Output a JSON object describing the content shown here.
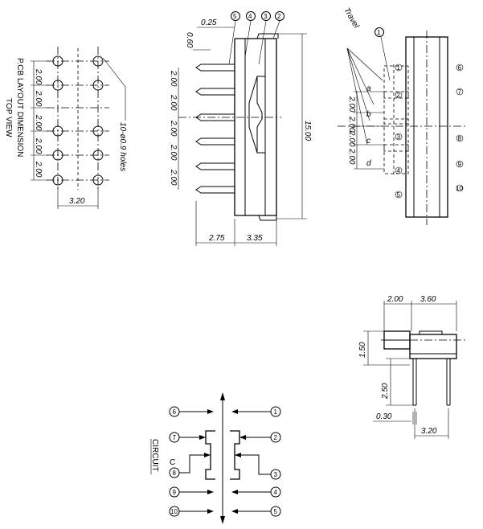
{
  "pcb": {
    "title": "P.CB LAYOUT DIMENSION",
    "subtitle": "TOP VIEW",
    "holes_note": "10-ø0.9 holes",
    "pitch_labels": [
      "2.00",
      "2.00",
      "2.00",
      "2.00",
      "2.00"
    ],
    "width_label": "3.20"
  },
  "side": {
    "top_labels": [
      "0.25"
    ],
    "left_label": "0.60",
    "pitch_labels": [
      "2.00",
      "2.00",
      "2.00",
      "2.00",
      "2.00"
    ],
    "height_label": "15.00",
    "bottom_labels": [
      "2.75",
      "3.35"
    ],
    "callouts": [
      "5",
      "4",
      "3",
      "2"
    ]
  },
  "front": {
    "travel_label": "Travel",
    "callout": "1",
    "pitch_labels": [
      "2.00",
      "2.00",
      "2.00",
      "2.00"
    ],
    "letters": [
      "a",
      "b",
      "c",
      "d"
    ],
    "left_pins": [
      "1",
      "2",
      "3",
      "4",
      "5"
    ],
    "right_pins": [
      "6",
      "7",
      "8",
      "9",
      "10"
    ]
  },
  "end": {
    "top_labels": [
      "2.00",
      "3.60"
    ],
    "left_label": "1.50",
    "mid_label": "2.50",
    "pin_label": "0.30",
    "width_label": "3.20"
  },
  "circuit": {
    "title": "CIRCUIT",
    "center_label": "C",
    "left_pins": [
      "6",
      "7",
      "8",
      "9",
      "10"
    ],
    "right_pins": [
      "1",
      "2",
      "3",
      "4",
      "5"
    ]
  }
}
